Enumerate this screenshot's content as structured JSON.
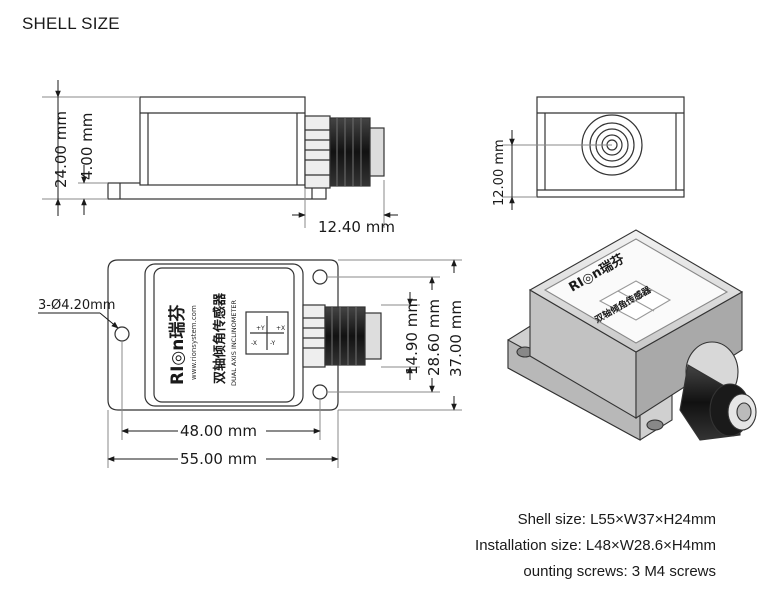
{
  "title": "SHELL SIZE",
  "dimensions": {
    "side_height": "24.00 mm",
    "side_base": "4.00 mm",
    "side_connector": "12.40 mm",
    "front_height": "12.00 mm",
    "holes": "3-Ø4.20mm",
    "install_width": "48.00 mm",
    "total_width": "55.00 mm",
    "connector_h": "14.90 mm",
    "install_height": "28.60 mm",
    "total_height": "37.00 mm"
  },
  "label": {
    "brand": "RI◎n瑞芬",
    "web": "www.rionsystem.com",
    "cn": "双轴倾角传感器",
    "en": "DUAL AXIS INCLINOMETER",
    "ax_py": "+Y",
    "ax_px": "+X",
    "ax_mx": "-X",
    "ax_my": "-Y"
  },
  "specs": {
    "shell": "Shell size: L55×W37×H24mm",
    "install": "Installation size: L48×W28.6×H4mm",
    "screws": "ounting screws: 3 M4 screws"
  }
}
